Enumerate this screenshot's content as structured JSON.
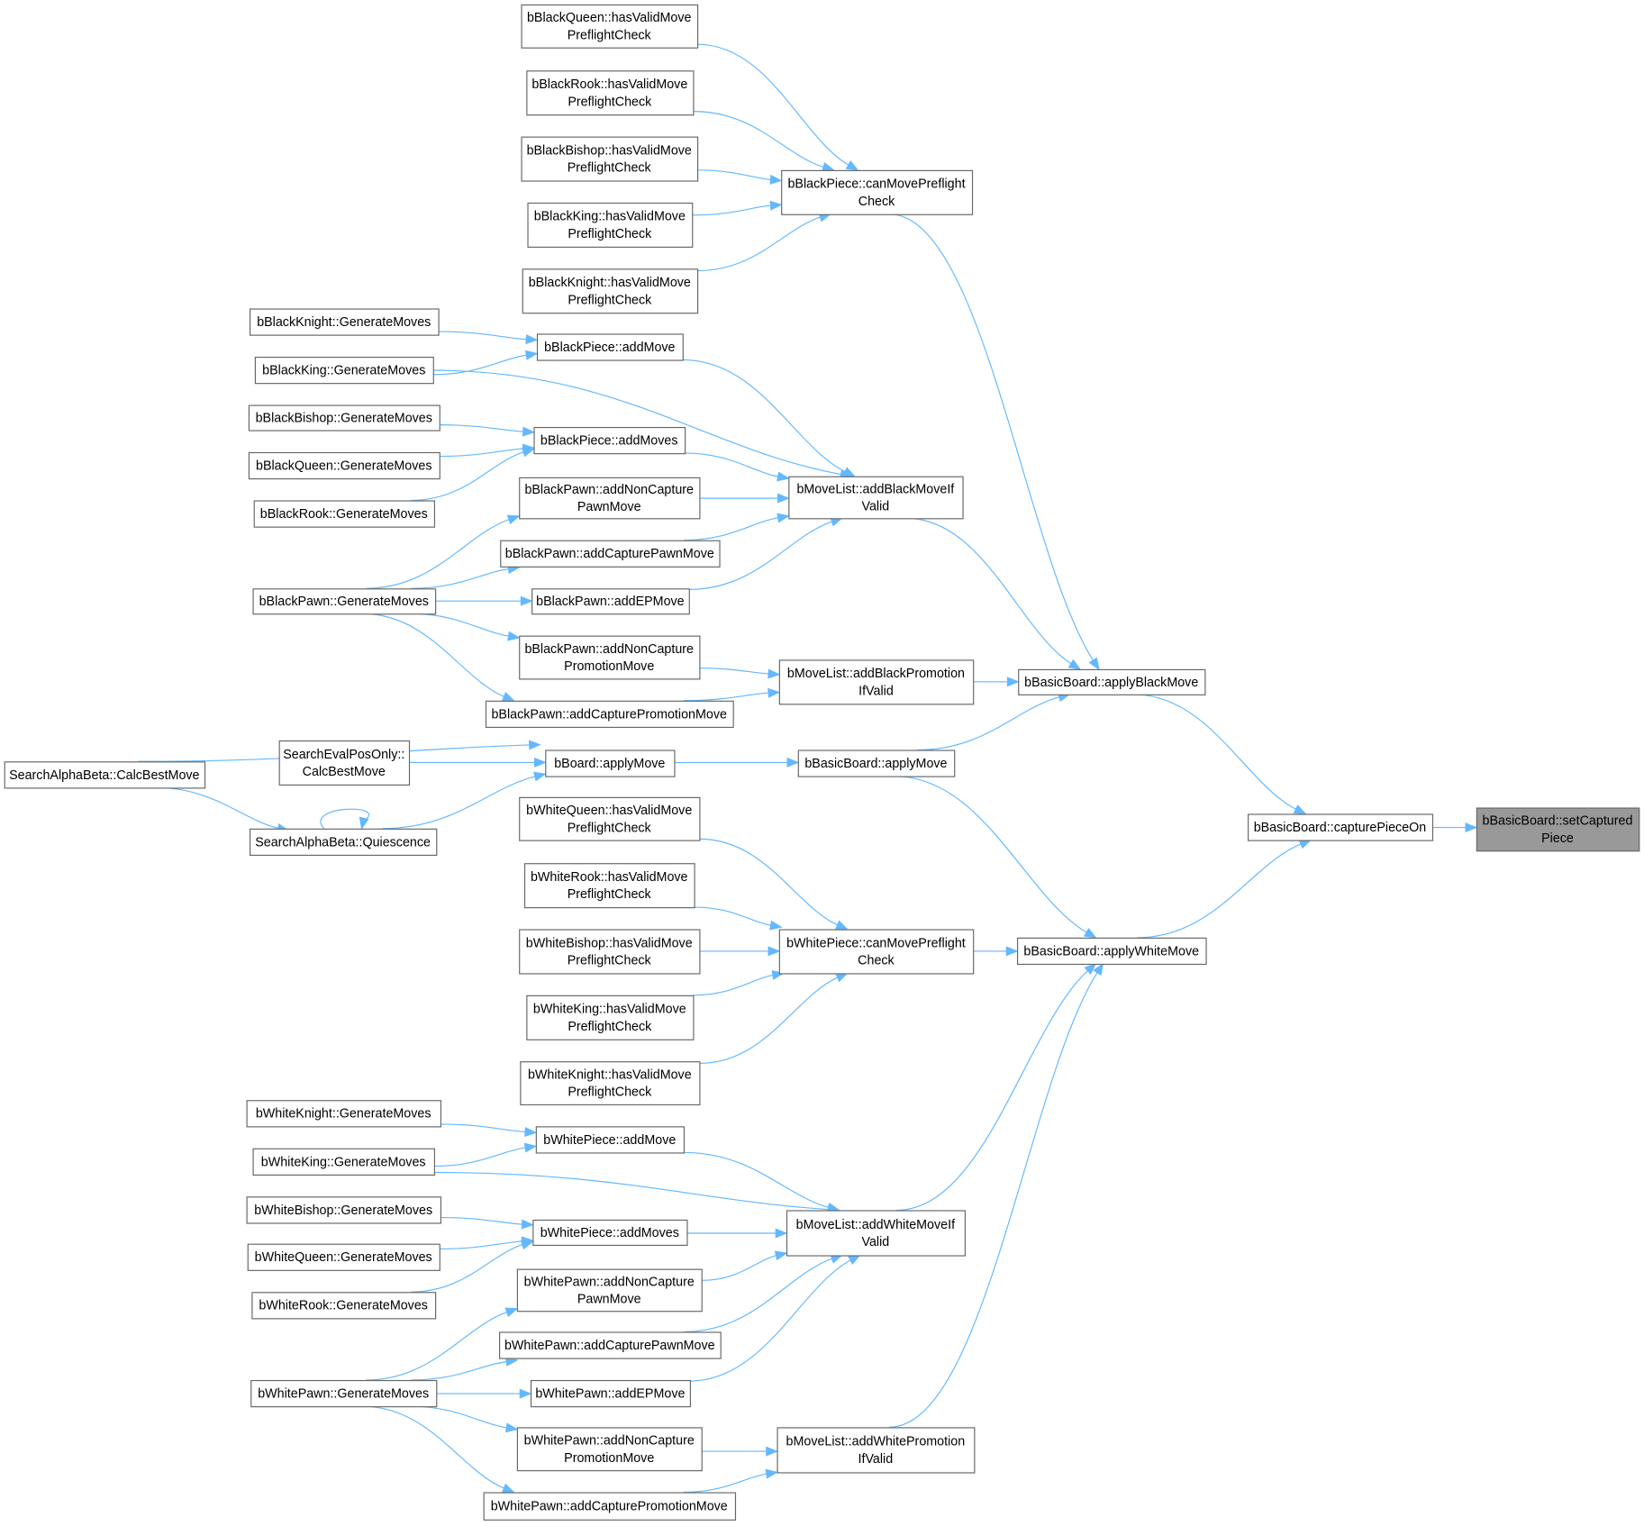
{
  "colors": {
    "edge": "#63b8ff",
    "node_border": "#666666",
    "highlight_fill": "#999999"
  },
  "nodes": [
    {
      "lines": [
        "bBlackQueen::hasValidMove",
        "PreflightCheck"
      ]
    },
    {
      "lines": [
        "bBlackRook::hasValidMove",
        "PreflightCheck"
      ]
    },
    {
      "lines": [
        "bBlackBishop::hasValidMove",
        "PreflightCheck"
      ]
    },
    {
      "lines": [
        "bBlackKing::hasValidMove",
        "PreflightCheck"
      ]
    },
    {
      "lines": [
        "bBlackKnight::hasValidMove",
        "PreflightCheck"
      ]
    },
    {
      "lines": [
        "bBlackPiece::canMovePreflight",
        "Check"
      ]
    },
    {
      "lines": [
        "bBlackKnight::GenerateMoves"
      ]
    },
    {
      "lines": [
        "bBlackKing::GenerateMoves"
      ]
    },
    {
      "lines": [
        "bBlackBishop::GenerateMoves"
      ]
    },
    {
      "lines": [
        "bBlackQueen::GenerateMoves"
      ]
    },
    {
      "lines": [
        "bBlackRook::GenerateMoves"
      ]
    },
    {
      "lines": [
        "bBlackPawn::GenerateMoves"
      ]
    },
    {
      "lines": [
        "bBlackPiece::addMove"
      ]
    },
    {
      "lines": [
        "bBlackPiece::addMoves"
      ]
    },
    {
      "lines": [
        "bBlackPawn::addNonCapture",
        "PawnMove"
      ]
    },
    {
      "lines": [
        "bBlackPawn::addCapturePawnMove"
      ]
    },
    {
      "lines": [
        "bBlackPawn::addEPMove"
      ]
    },
    {
      "lines": [
        "bBlackPawn::addNonCapture",
        "PromotionMove"
      ]
    },
    {
      "lines": [
        "bBlackPawn::addCapturePromotionMove"
      ]
    },
    {
      "lines": [
        "bMoveList::addBlackMoveIf",
        "Valid"
      ]
    },
    {
      "lines": [
        "bMoveList::addBlackPromotion",
        "IfValid"
      ]
    },
    {
      "lines": [
        "bBasicBoard::applyBlackMove"
      ]
    },
    {
      "lines": [
        "SearchAlphaBeta::CalcBestMove"
      ]
    },
    {
      "lines": [
        "SearchEvalPosOnly::",
        "CalcBestMove"
      ]
    },
    {
      "lines": [
        "SearchAlphaBeta::Quiescence"
      ]
    },
    {
      "lines": [
        "bBoard::applyMove"
      ]
    },
    {
      "lines": [
        "bBasicBoard::applyMove"
      ]
    },
    {
      "lines": [
        "bWhiteQueen::hasValidMove",
        "PreflightCheck"
      ]
    },
    {
      "lines": [
        "bWhiteRook::hasValidMove",
        "PreflightCheck"
      ]
    },
    {
      "lines": [
        "bWhiteBishop::hasValidMove",
        "PreflightCheck"
      ]
    },
    {
      "lines": [
        "bWhiteKing::hasValidMove",
        "PreflightCheck"
      ]
    },
    {
      "lines": [
        "bWhiteKnight::hasValidMove",
        "PreflightCheck"
      ]
    },
    {
      "lines": [
        "bWhitePiece::canMovePreflight",
        "Check"
      ]
    },
    {
      "lines": [
        "bBasicBoard::applyWhiteMove"
      ]
    },
    {
      "lines": [
        "bBasicBoard::capturePieceOn"
      ]
    },
    {
      "lines": [
        "bBasicBoard::setCaptured",
        "Piece"
      ],
      "highlighted": true
    },
    {
      "lines": [
        "bWhiteKnight::GenerateMoves"
      ]
    },
    {
      "lines": [
        "bWhiteKing::GenerateMoves"
      ]
    },
    {
      "lines": [
        "bWhiteBishop::GenerateMoves"
      ]
    },
    {
      "lines": [
        "bWhiteQueen::GenerateMoves"
      ]
    },
    {
      "lines": [
        "bWhiteRook::GenerateMoves"
      ]
    },
    {
      "lines": [
        "bWhitePawn::GenerateMoves"
      ]
    },
    {
      "lines": [
        "bWhitePiece::addMove"
      ]
    },
    {
      "lines": [
        "bWhitePiece::addMoves"
      ]
    },
    {
      "lines": [
        "bWhitePawn::addNonCapture",
        "PawnMove"
      ]
    },
    {
      "lines": [
        "bWhitePawn::addCapturePawnMove"
      ]
    },
    {
      "lines": [
        "bWhitePawn::addEPMove"
      ]
    },
    {
      "lines": [
        "bWhitePawn::addNonCapture",
        "PromotionMove"
      ]
    },
    {
      "lines": [
        "bWhitePawn::addCapturePromotionMove"
      ]
    },
    {
      "lines": [
        "bMoveList::addWhiteMoveIf",
        "Valid"
      ]
    },
    {
      "lines": [
        "bMoveList::addWhitePromotion",
        "IfValid"
      ]
    }
  ],
  "edges": [
    [
      0,
      5
    ],
    [
      1,
      5
    ],
    [
      2,
      5
    ],
    [
      3,
      5
    ],
    [
      4,
      5
    ],
    [
      5,
      21
    ],
    [
      6,
      12
    ],
    [
      7,
      12
    ],
    [
      7,
      19
    ],
    [
      8,
      13
    ],
    [
      9,
      13
    ],
    [
      10,
      13
    ],
    [
      12,
      19
    ],
    [
      13,
      19
    ],
    [
      14,
      19
    ],
    [
      15,
      19
    ],
    [
      16,
      19
    ],
    [
      11,
      14
    ],
    [
      11,
      15
    ],
    [
      11,
      16
    ],
    [
      11,
      17
    ],
    [
      11,
      18
    ],
    [
      17,
      20
    ],
    [
      18,
      20
    ],
    [
      19,
      21
    ],
    [
      20,
      21
    ],
    [
      26,
      21
    ],
    [
      21,
      34
    ],
    [
      22,
      25
    ],
    [
      23,
      25
    ],
    [
      24,
      25
    ],
    [
      22,
      24
    ],
    [
      24,
      24
    ],
    [
      25,
      26
    ],
    [
      26,
      33
    ],
    [
      27,
      32
    ],
    [
      28,
      32
    ],
    [
      29,
      32
    ],
    [
      30,
      32
    ],
    [
      31,
      32
    ],
    [
      32,
      33
    ],
    [
      33,
      34
    ],
    [
      34,
      35
    ],
    [
      49,
      33
    ],
    [
      50,
      33
    ],
    [
      36,
      42
    ],
    [
      37,
      42
    ],
    [
      37,
      49
    ],
    [
      38,
      43
    ],
    [
      39,
      43
    ],
    [
      40,
      43
    ],
    [
      42,
      49
    ],
    [
      43,
      49
    ],
    [
      44,
      49
    ],
    [
      45,
      49
    ],
    [
      46,
      49
    ],
    [
      41,
      44
    ],
    [
      41,
      45
    ],
    [
      41,
      46
    ],
    [
      41,
      47
    ],
    [
      41,
      48
    ],
    [
      47,
      50
    ],
    [
      48,
      50
    ]
  ]
}
